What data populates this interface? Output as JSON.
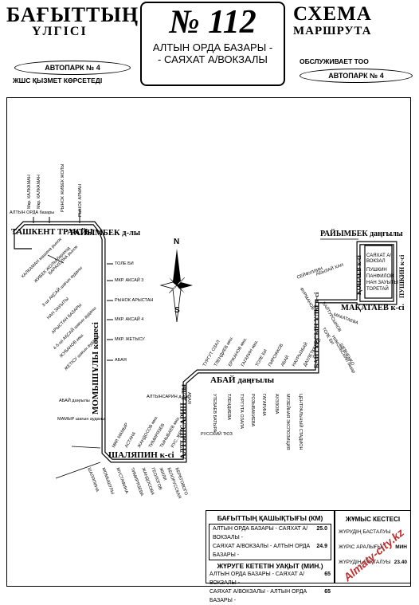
{
  "header": {
    "left_title": "БАҒЫТТЫҢ",
    "left_subtitle": "ҮЛГІСІ",
    "right_title": "СХЕМА",
    "right_subtitle": "МАРШРУТА",
    "route_number": "№ 112",
    "route_from": "АЛТЫН ОРДА БАЗАРЫ -",
    "route_to": "- САЯХАТ А/ВОКЗАЛЫ",
    "left_oval": "АВТОПАРК № 4",
    "left_service": "ЖШС ҚЫЗМЕТ КӨРСЕТЕДІ",
    "right_service": "ОБСЛУЖИВАЕТ ТОО",
    "right_oval": "АВТОПАРК № 4"
  },
  "map": {
    "compass": {
      "north": "N",
      "south": "S"
    },
    "streets": {
      "tashkent": "ТАШКЕНТ ТРАКТЫ",
      "raiymbek_left": "РАЙЫМБЕК д-лы",
      "momyshuly": "МОМЫШҰЛЫ көшесі",
      "shalyapin": "ШАЛЯПИН к-сі",
      "altynsarin": "АЛТЫНСАРИН д-лы",
      "abai": "АБАЙ даңғылы",
      "baitursynuly": "БАЙТҰРСЫН ҰЛЫ к-сі",
      "makataev": "МАҚАТАЕВ к-сі",
      "raiymbek_right": "РАЙЫМБЕК даңғылы",
      "konaev": "ҚОНАЕВ к-сі",
      "pushkin": "ПУШКИН к-сі"
    },
    "stops_left_top": [
      "АЛТЫН ОРДА базары",
      "Мкр. КАЛКАМАН",
      "Мкр. КАЛКАМАН",
      "РЫНОК ЖИБЕК ЖОЛЫ",
      "РЫНОК АРМАН"
    ],
    "stops_left_vertical": [
      "КАЛКАМАН машина рынок",
      "ЖИБЕК ЖОЛЫ бараход",
      "БАРАХОЛКА рынок",
      "3-ші АҚСАЙ шағын ауданы",
      "НАН ЗАУЫТЫ",
      "АРЫСТАН БАЗАРЫ",
      "4-5-ші АҚСАЙ шағын ауданы",
      "ЖЕТІСУ шағын ауданы",
      "ЖУБАНОВ көш.",
      "АБАЙ даңғылы",
      "МАМЫР шағын ауданы"
    ],
    "stops_right_of_momyshuly": [
      "ТОЛЕ БИ",
      "МКР. АКСАЙ 3",
      "РЫНОК АРЫСТАН",
      "МКР. АКСАЙ 4",
      "МКР. ЖЕТЫСУ",
      "АБАЯ"
    ],
    "stops_shalyapin": [
      "МКР. МАМЫР",
      "АСТАНА",
      "ЖАНДОСОВ көш.",
      "ТИМИРЯЗЕВ",
      "ТЫНЫБАЕВ көш.",
      "РУС. ЖЕТ"
    ],
    "stops_bottom": [
      "ШАЛЯПИНА",
      "МОМЫШУЛЫ",
      "МУСТАФИНА",
      "ТИМИРЯЗЕВА",
      "ЖАНДОСОВА",
      "ГЕОЛОГОВ",
      "ЖИЛИ",
      "БЕЛОРУССКАЯ",
      "БЕРЕГОВОГО"
    ],
    "stops_altynsarin": [
      "АЛТЫНСАРИН д-лы",
      "АБАЯ",
      "РУССКИЙ ТЮЗ"
    ],
    "stops_abai_south": [
      "УТЕБАЕВ БАТЫРА",
      "ТЛЕНДИЕВА",
      "ТУРГУТА ОЗАЛА",
      "РОЗЫБАКИЕВА",
      "ГАГАРИНА",
      "АУЭЗОВА",
      "МУЗЕЙНАЯ ЭКСПОЗИЦИЯ",
      "ЦЕНТРАЛЬНЫЙ СТАДИОН"
    ],
    "stops_abai_north": [
      "ТУРГУТ ОЗАЛ",
      "ТЛЕНДИЕВ көш.",
      "ЕРЖАНОВ көш.",
      "ГАГАРИН көш.",
      "ТОЛЕ БИ",
      "ПИРОЖКОВ",
      "АБАЙ",
      "НАУРЫЗБАЙ",
      "ДАУЛЕТКЕРЕЙ"
    ],
    "stops_makataev": [
      "СЕЙФУЛЛИН",
      "АБЫЛАЙ ХАН",
      "ФУРМАНОВ",
      "ТОЛЕ БИ",
      "НИКОЛЬСКИЙ базар",
      "ШЕВЧЕНКО",
      "БАЙТУРСЫНОВ",
      "МАКАТАЕВА"
    ],
    "stops_terminus": [
      "САЯХАТ А/ВОКЗАЛ",
      "ПУШКИН",
      "ПАНФИЛОВ",
      "НАН ЗАУЫТЫ",
      "ТОРЕТАЙ"
    ]
  },
  "info": {
    "distance_title": "БАҒЫТТЫҢ ҚАШЫҚТЫҒЫ (КМ)",
    "distance_rows": [
      {
        "label": "АЛТЫН ОРДА БАЗАРЫ - САЯХАТ А/ВОКЗАЛЫ -",
        "value": "25.0"
      },
      {
        "label": "САЯХАТ А/ВОКЗАЛЫ - АЛТЫН ОРДА БАЗАРЫ -",
        "value": "24.9"
      }
    ],
    "time_title": "ЖҮРУГЕ КЕТЕТІН УАҚЫТ (МИН.)",
    "time_rows": [
      {
        "label": "АЛТЫН ОРДА БАЗАРЫ - САЯХАТ А/ВОКЗАЛЫ -",
        "value": "65"
      },
      {
        "label": "САЯХАТ А/ВОКЗАЛЫ - АЛТЫН ОРДА БАЗАРЫ -",
        "value": "65"
      }
    ],
    "schedule_title": "ЖҰМЫС КЕСТЕСІ",
    "schedule_rows": [
      {
        "label": "ЖҮРУДІҢ БАСТАЛУЫ",
        "value": ""
      },
      {
        "label": "ЖҮРІС АРАЛЫҒЫ",
        "value": "МИН"
      },
      {
        "label": "ЖҮРУДІҢ АЯҚТАЛУЫ",
        "value": "23.40"
      }
    ]
  },
  "watermark": "Almaty-city.kz"
}
